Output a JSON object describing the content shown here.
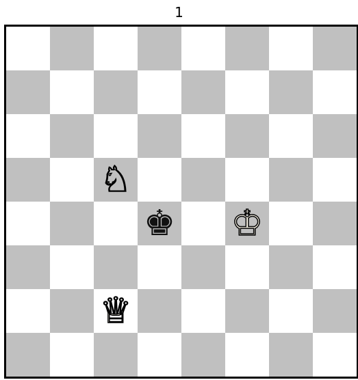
{
  "puzzle": {
    "title": "1"
  },
  "board": {
    "colors": {
      "light": "#ffffff",
      "dark": "#c0c0c0",
      "border": "#000000"
    },
    "first_square_dark": false,
    "pieces": [
      {
        "square": "c5",
        "color": "white",
        "type": "knight",
        "glyph": "♘",
        "icon": "white-knight-icon"
      },
      {
        "square": "d4",
        "color": "black",
        "type": "king",
        "glyph": "♚",
        "icon": "black-king-icon"
      },
      {
        "square": "f4",
        "color": "white",
        "type": "king",
        "glyph": "♔",
        "icon": "white-king-icon"
      },
      {
        "square": "c2",
        "color": "white",
        "type": "queen",
        "glyph": "♕",
        "icon": "white-queen-icon"
      }
    ]
  }
}
